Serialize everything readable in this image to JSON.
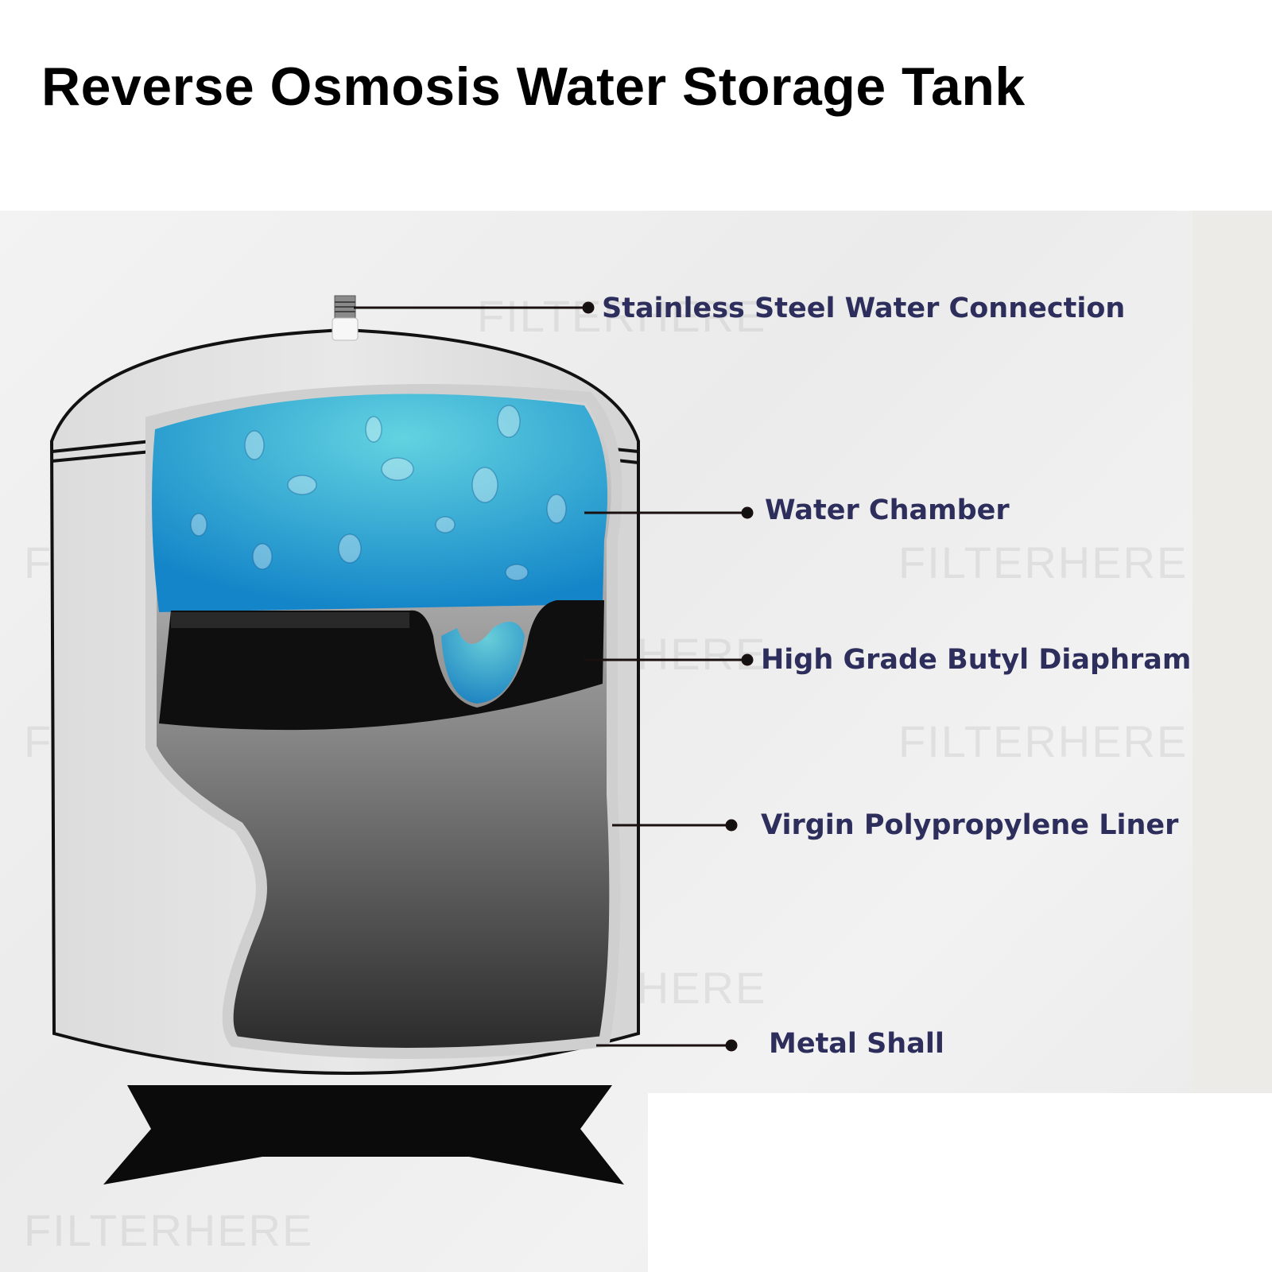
{
  "title": "Reverse Osmosis Water Storage Tank",
  "labels": {
    "connection": "Stainless Steel Water Connection",
    "chamber": "Water Chamber",
    "diaphragm": "High Grade Butyl Diaphram",
    "liner": "Virgin Polypropylene Liner",
    "shell": "Metal Shall"
  },
  "watermark": "FILTERHERE",
  "colors": {
    "label": "#2d2e5c",
    "water": "#2a9fd6",
    "diaphragm": "#111111",
    "background": "#efefef"
  }
}
